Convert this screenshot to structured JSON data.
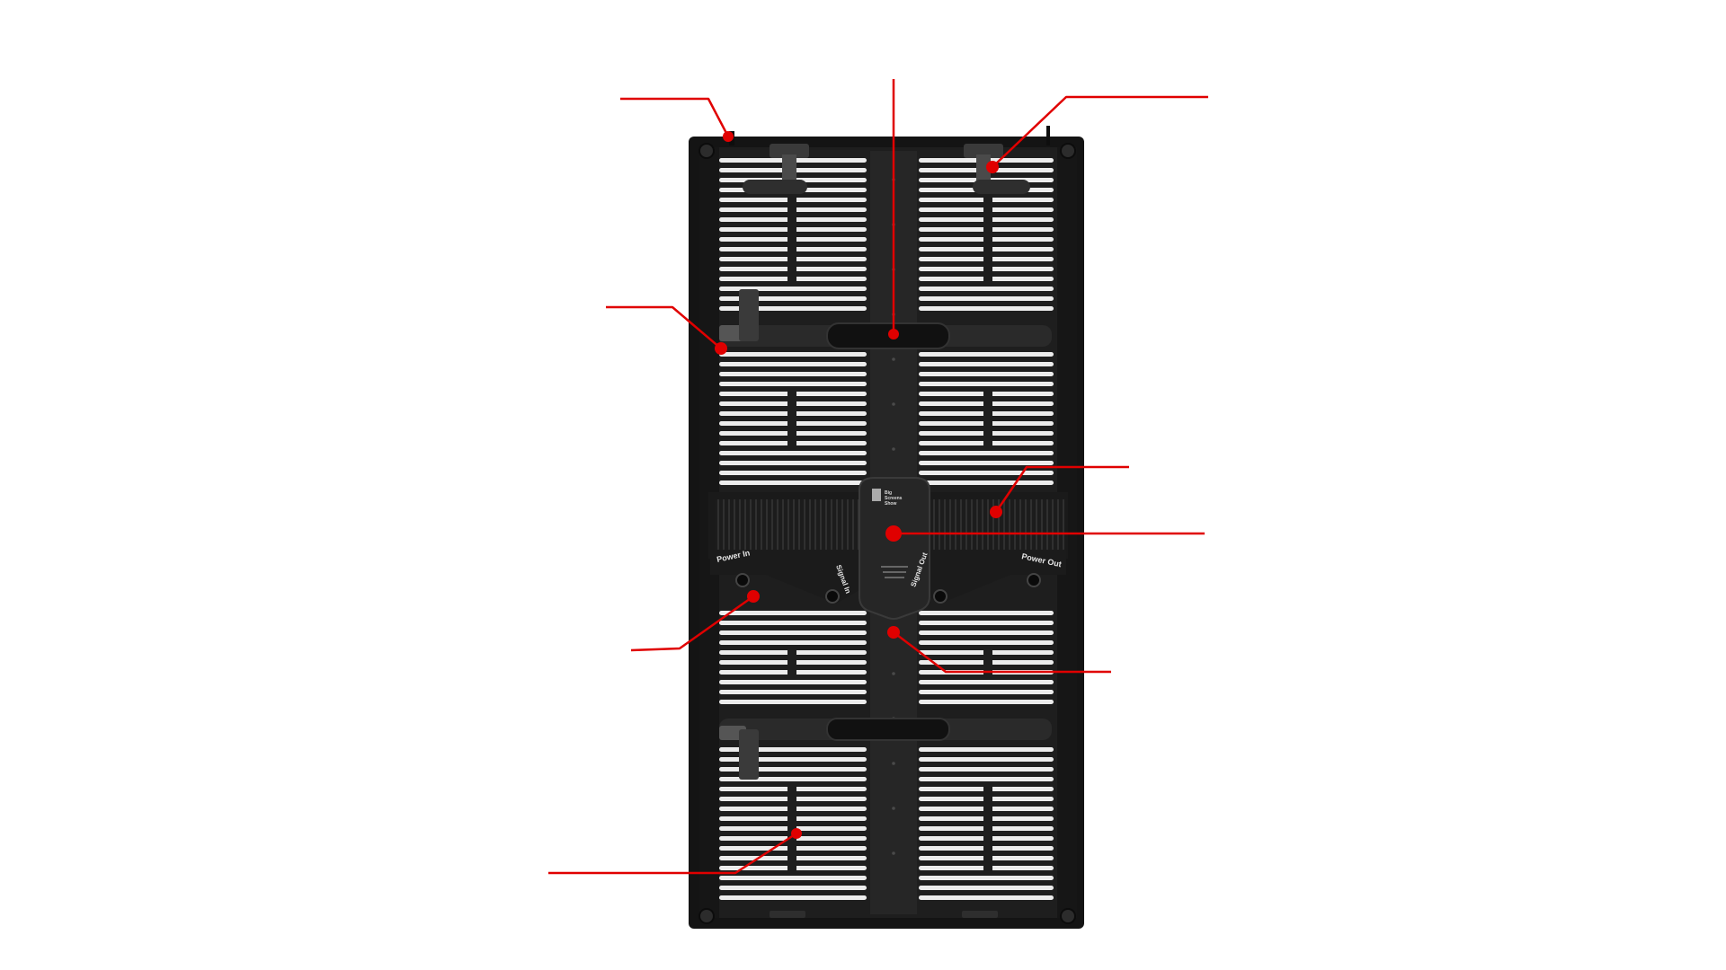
{
  "ports": {
    "power_in": "Power In",
    "signal_in": "Signal In",
    "signal_out": "Signal Out",
    "power_out": "Power Out"
  },
  "logo": {
    "line1": "Big",
    "line2": "Screens",
    "line3": "Show"
  },
  "colors": {
    "callout": "#e00000",
    "panel": "#202020",
    "frame": "#141414",
    "slot": "#ececec",
    "background": "#ffffff"
  },
  "callout_count": 9
}
